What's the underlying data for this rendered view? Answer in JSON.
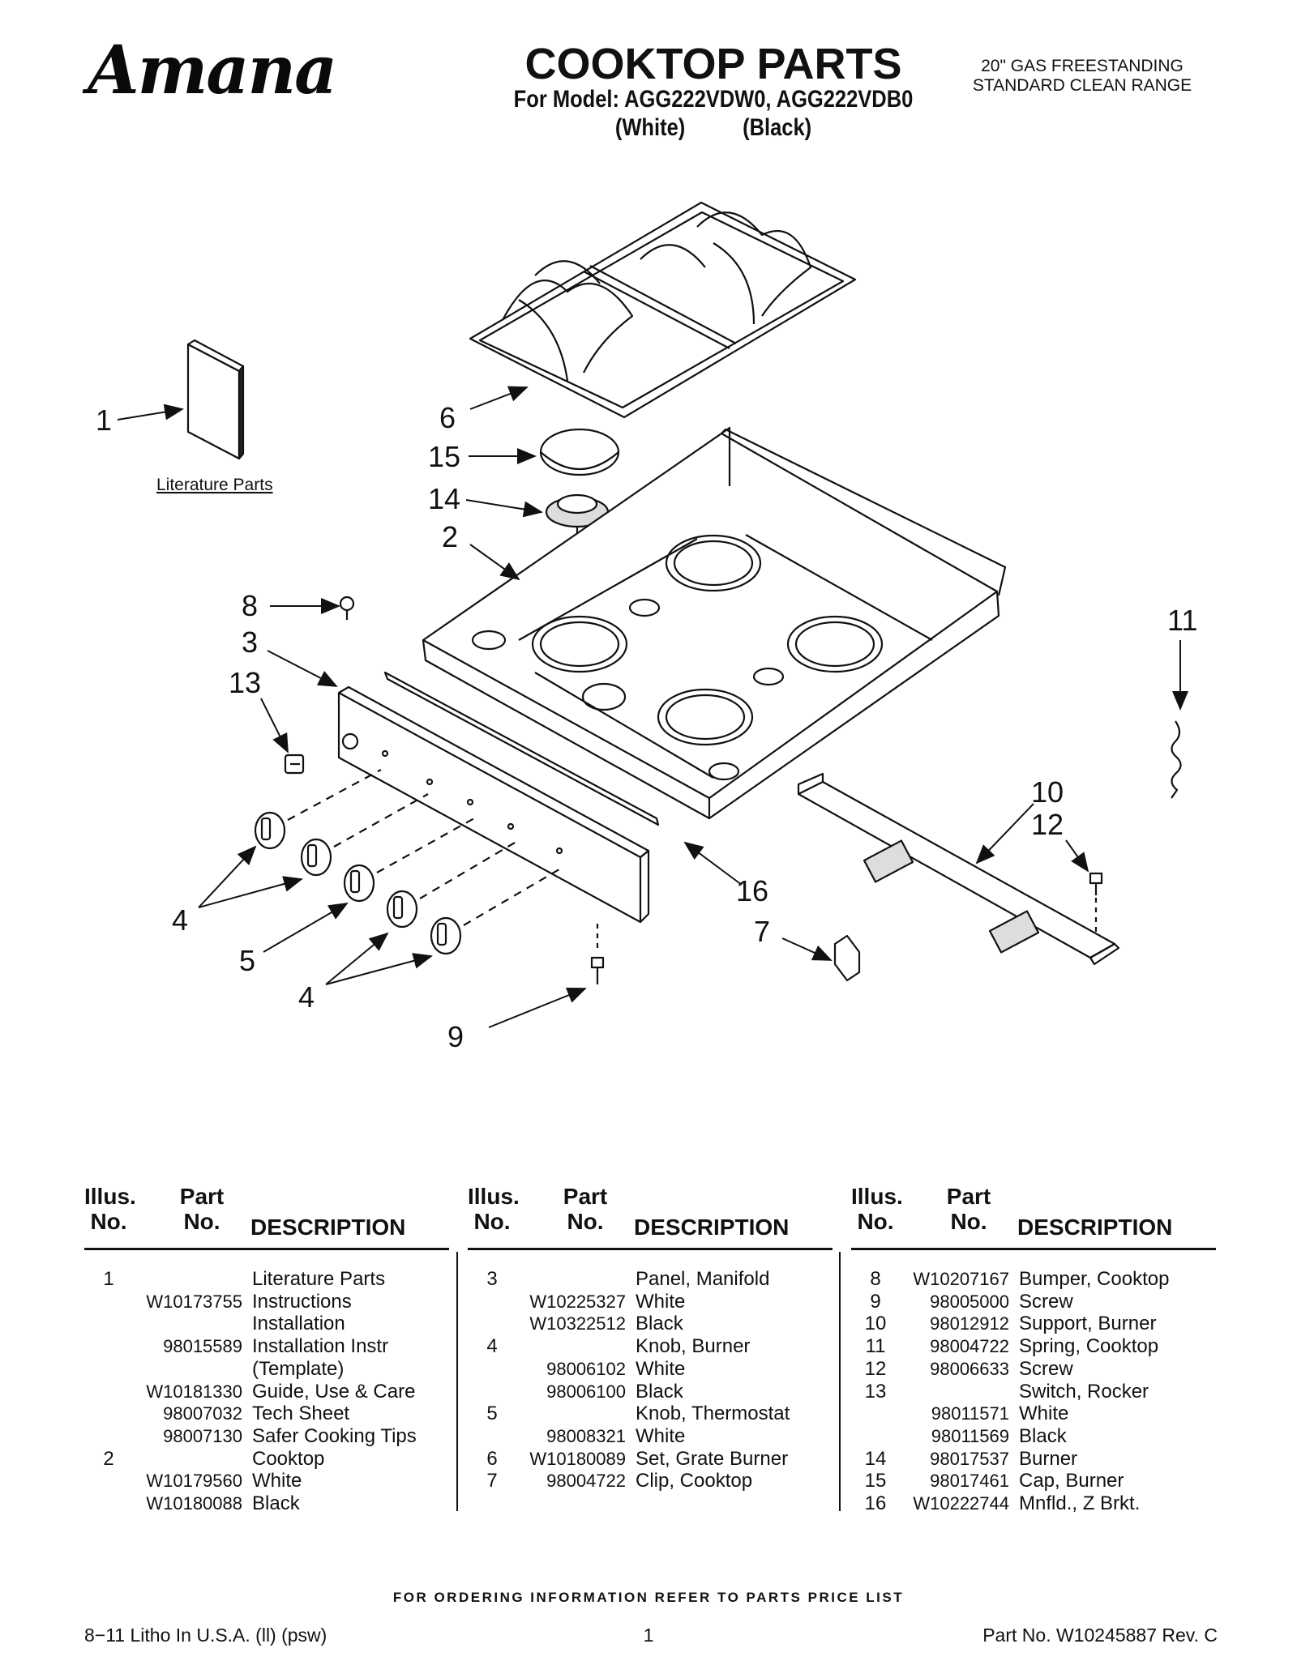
{
  "header": {
    "brand": "Amana",
    "title": "COOKTOP PARTS",
    "model_line": "For Model: AGG222VDW0, AGG222VDB0",
    "color_line": "(White)          (Black)",
    "product_line1": "20\" GAS FREESTANDING",
    "product_line2": "STANDARD CLEAN RANGE"
  },
  "diagram": {
    "literature_label": "Literature Parts",
    "callouts": [
      "1",
      "6",
      "15",
      "14",
      "2",
      "8",
      "3",
      "13",
      "11",
      "10",
      "12",
      "16",
      "7",
      "4",
      "5",
      "4",
      "9"
    ]
  },
  "table_headers": {
    "illus_1": "Illus.",
    "illus_2": "No.",
    "part_1": "Part",
    "part_2": "No.",
    "description": "DESCRIPTION"
  },
  "parts_columns": [
    [
      {
        "ill": "1",
        "part": "",
        "desc": "Literature Parts"
      },
      {
        "ill": "",
        "part": "W10173755",
        "desc": "Instructions"
      },
      {
        "ill": "",
        "part": "",
        "desc": "Installation"
      },
      {
        "ill": "",
        "part": "98015589",
        "desc": "Installation Instr"
      },
      {
        "ill": "",
        "part": "",
        "desc": "(Template)"
      },
      {
        "ill": "",
        "part": "W10181330",
        "desc": "Guide, Use & Care"
      },
      {
        "ill": "",
        "part": "98007032",
        "desc": "Tech Sheet"
      },
      {
        "ill": "",
        "part": "98007130",
        "desc": "Safer Cooking Tips"
      },
      {
        "ill": "2",
        "part": "",
        "desc": "Cooktop"
      },
      {
        "ill": "",
        "part": "W10179560",
        "desc": "White"
      },
      {
        "ill": "",
        "part": "W10180088",
        "desc": "Black"
      }
    ],
    [
      {
        "ill": "3",
        "part": "",
        "desc": "Panel, Manifold"
      },
      {
        "ill": "",
        "part": "W10225327",
        "desc": "White"
      },
      {
        "ill": "",
        "part": "W10322512",
        "desc": "Black"
      },
      {
        "ill": "4",
        "part": "",
        "desc": "Knob, Burner"
      },
      {
        "ill": "",
        "part": "98006102",
        "desc": "White"
      },
      {
        "ill": "",
        "part": "98006100",
        "desc": "Black"
      },
      {
        "ill": "5",
        "part": "",
        "desc": "Knob, Thermostat"
      },
      {
        "ill": "",
        "part": "98008321",
        "desc": "White"
      },
      {
        "ill": "6",
        "part": "W10180089",
        "desc": "Set, Grate Burner"
      },
      {
        "ill": "7",
        "part": "98004722",
        "desc": "Clip, Cooktop"
      }
    ],
    [
      {
        "ill": "8",
        "part": "W10207167",
        "desc": "Bumper, Cooktop"
      },
      {
        "ill": "9",
        "part": "98005000",
        "desc": "Screw"
      },
      {
        "ill": "10",
        "part": "98012912",
        "desc": "Support, Burner"
      },
      {
        "ill": "11",
        "part": "98004722",
        "desc": "Spring, Cooktop"
      },
      {
        "ill": "12",
        "part": "98006633",
        "desc": "Screw"
      },
      {
        "ill": "13",
        "part": "",
        "desc": "Switch, Rocker"
      },
      {
        "ill": "",
        "part": "98011571",
        "desc": "White"
      },
      {
        "ill": "",
        "part": "98011569",
        "desc": "Black"
      },
      {
        "ill": "14",
        "part": "98017537",
        "desc": "Burner"
      },
      {
        "ill": "15",
        "part": "98017461",
        "desc": "Cap, Burner"
      },
      {
        "ill": "16",
        "part": "W10222744",
        "desc": "Mnfld., Z Brkt."
      }
    ]
  ],
  "footer": {
    "ordering_note": "FOR ORDERING INFORMATION REFER TO PARTS PRICE LIST",
    "litho": "8−11 Litho In U.S.A. (ll) (psw)",
    "page": "1",
    "part_no": "Part No. W10245887 Rev. C"
  }
}
